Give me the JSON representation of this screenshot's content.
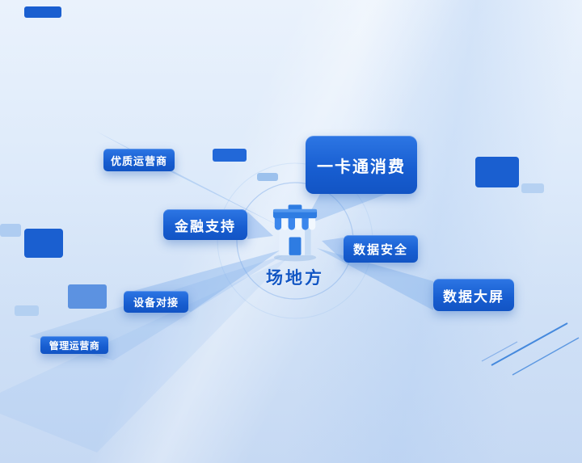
{
  "center": {
    "label": "场地方",
    "icon": "store-icon"
  },
  "nodes": [
    {
      "label": "优质运营商"
    },
    {
      "label": "一卡通消费"
    },
    {
      "label": "金融支持"
    },
    {
      "label": "数据安全"
    },
    {
      "label": "数据大屏"
    },
    {
      "label": "设备对接"
    },
    {
      "label": "管理运营商"
    }
  ],
  "colors": {
    "node_blue": "#1a63d6",
    "center_text": "#1256c4",
    "ray": "#7cadee",
    "background_top": "#eaf2fc",
    "background_bottom": "#c6d9f3",
    "accent_line": "#2e7bd9"
  }
}
